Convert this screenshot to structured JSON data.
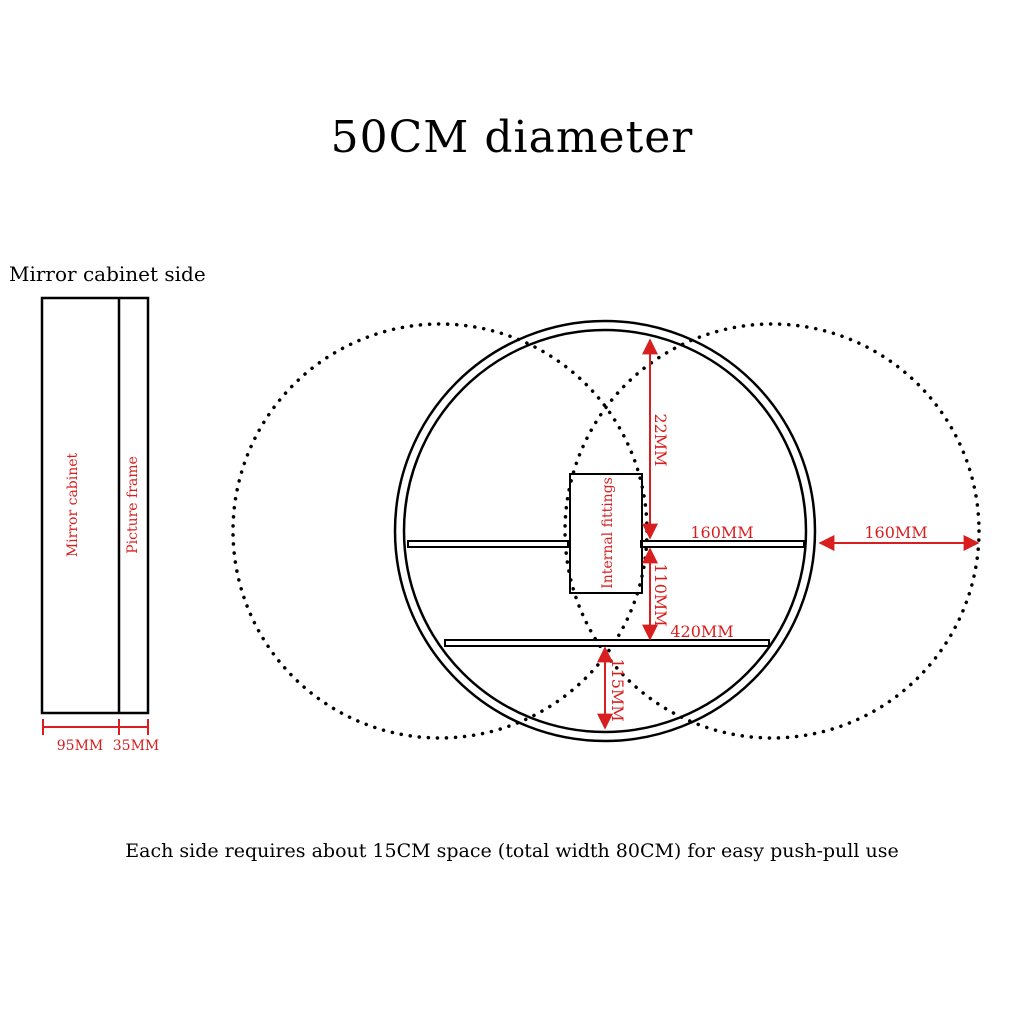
{
  "title": "50CM diameter",
  "side_view": {
    "label": "Mirror cabinet side",
    "mirror_cabinet_label": "Mirror cabinet",
    "picture_frame_label": "Picture frame",
    "dim_cabinet": "95MM",
    "dim_frame": "35MM"
  },
  "front_view": {
    "internal_fittings": "Internal fittings",
    "dim_top_gap": "22MM",
    "dim_shelf_right": "160MM",
    "dim_side_clearance": "160MM",
    "dim_shelf_gap": "110MM",
    "dim_lower_shelf": "420MM",
    "dim_bottom_gap": "115MM"
  },
  "caption": "Each side requires about 15CM space (total width 80CM) for easy push-pull use",
  "colors": {
    "dimension": "#d81e1e",
    "line": "#000000"
  }
}
